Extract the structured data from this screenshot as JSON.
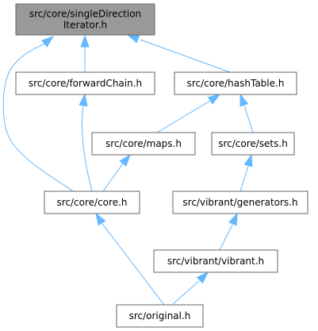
{
  "graph": {
    "nodes": [
      {
        "id": "single",
        "lines": [
          "src/core/singleDirection",
          "Iterator.h"
        ],
        "highlighted": true
      },
      {
        "id": "forward",
        "lines": [
          "src/core/forwardChain.h"
        ]
      },
      {
        "id": "hash",
        "lines": [
          "src/core/hashTable.h"
        ]
      },
      {
        "id": "maps",
        "lines": [
          "src/core/maps.h"
        ]
      },
      {
        "id": "sets",
        "lines": [
          "src/core/sets.h"
        ]
      },
      {
        "id": "core",
        "lines": [
          "src/core/core.h"
        ]
      },
      {
        "id": "gen",
        "lines": [
          "src/vibrant/generators.h"
        ]
      },
      {
        "id": "vibrant",
        "lines": [
          "src/vibrant/vibrant.h"
        ]
      },
      {
        "id": "orig",
        "lines": [
          "src/original.h"
        ]
      }
    ],
    "edges": [
      {
        "from": "forward",
        "to": "single"
      },
      {
        "from": "hash",
        "to": "single"
      },
      {
        "from": "core",
        "to": "single"
      },
      {
        "from": "core",
        "to": "forward"
      },
      {
        "from": "maps",
        "to": "hash"
      },
      {
        "from": "sets",
        "to": "hash"
      },
      {
        "from": "core",
        "to": "maps"
      },
      {
        "from": "gen",
        "to": "sets"
      },
      {
        "from": "vibrant",
        "to": "gen"
      },
      {
        "from": "orig",
        "to": "core"
      },
      {
        "from": "orig",
        "to": "vibrant"
      }
    ],
    "colors": {
      "edge": "#63b8ff",
      "node_border": "#666666",
      "node_fill": "#ffffff",
      "highlight_fill": "#999999",
      "text": "#000000"
    }
  }
}
